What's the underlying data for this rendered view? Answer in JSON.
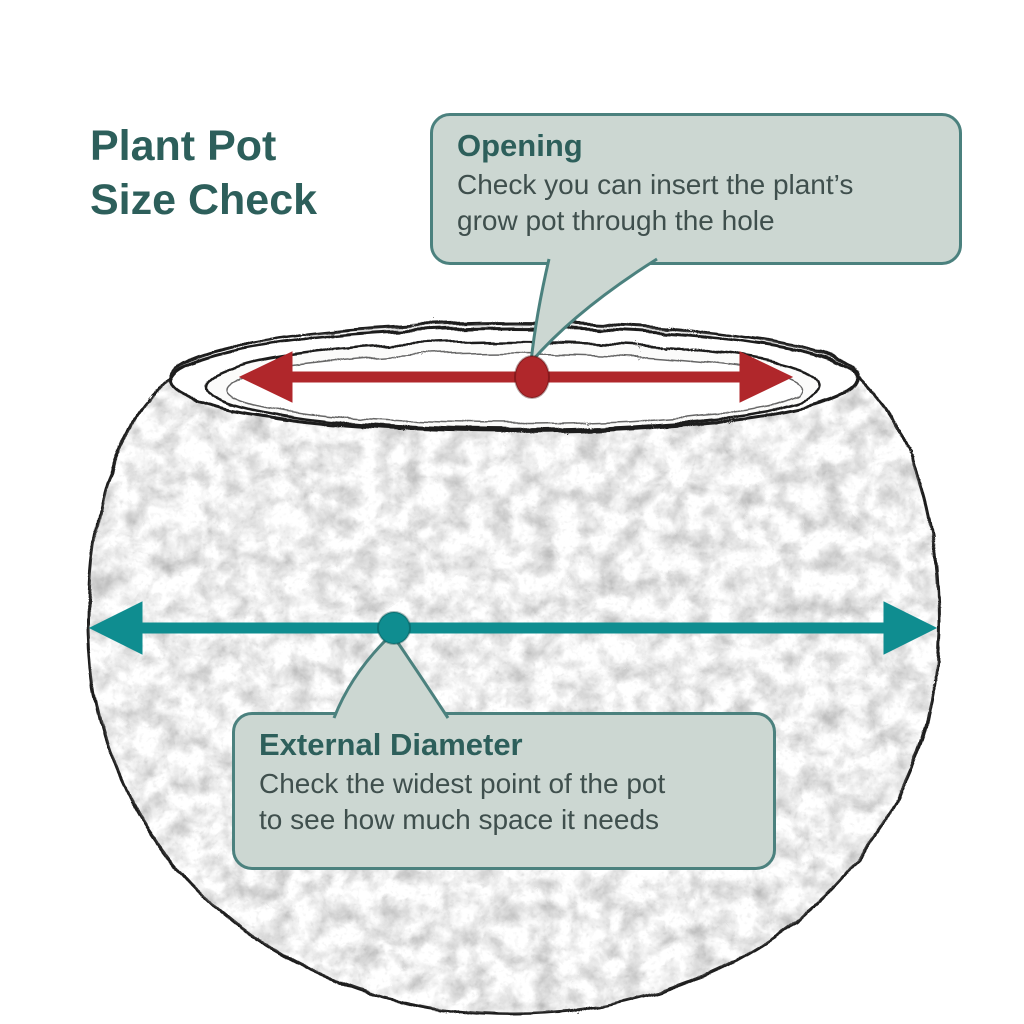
{
  "title": "Plant Pot\nSize Check",
  "callouts": {
    "opening": {
      "heading": "Opening",
      "body": "Check you can insert the plant’s\ngrow pot through the hole"
    },
    "external_diameter": {
      "heading": "External Diameter",
      "body": "Check the widest point of the pot\nto see how much space it needs"
    }
  },
  "diagram": {
    "illustration": "hand-sketched round plant pot",
    "markers": {
      "opening_arrow": "red double-headed arrow across pot opening",
      "opening_dot": "red center dot",
      "diameter_arrow": "teal double-headed arrow across widest point",
      "diameter_dot": "teal center dot"
    }
  },
  "colors": {
    "background": "#ffffff",
    "title": "#2d5f5b",
    "heading": "#2d5f5b",
    "body_text": "#3f4f4d",
    "callout_bg": "#ccd7d2",
    "callout_border": "#4b817e",
    "arrow_red": "#b0272b",
    "arrow_teal": "#0f8d90",
    "sketch": "#1f1f1f"
  }
}
